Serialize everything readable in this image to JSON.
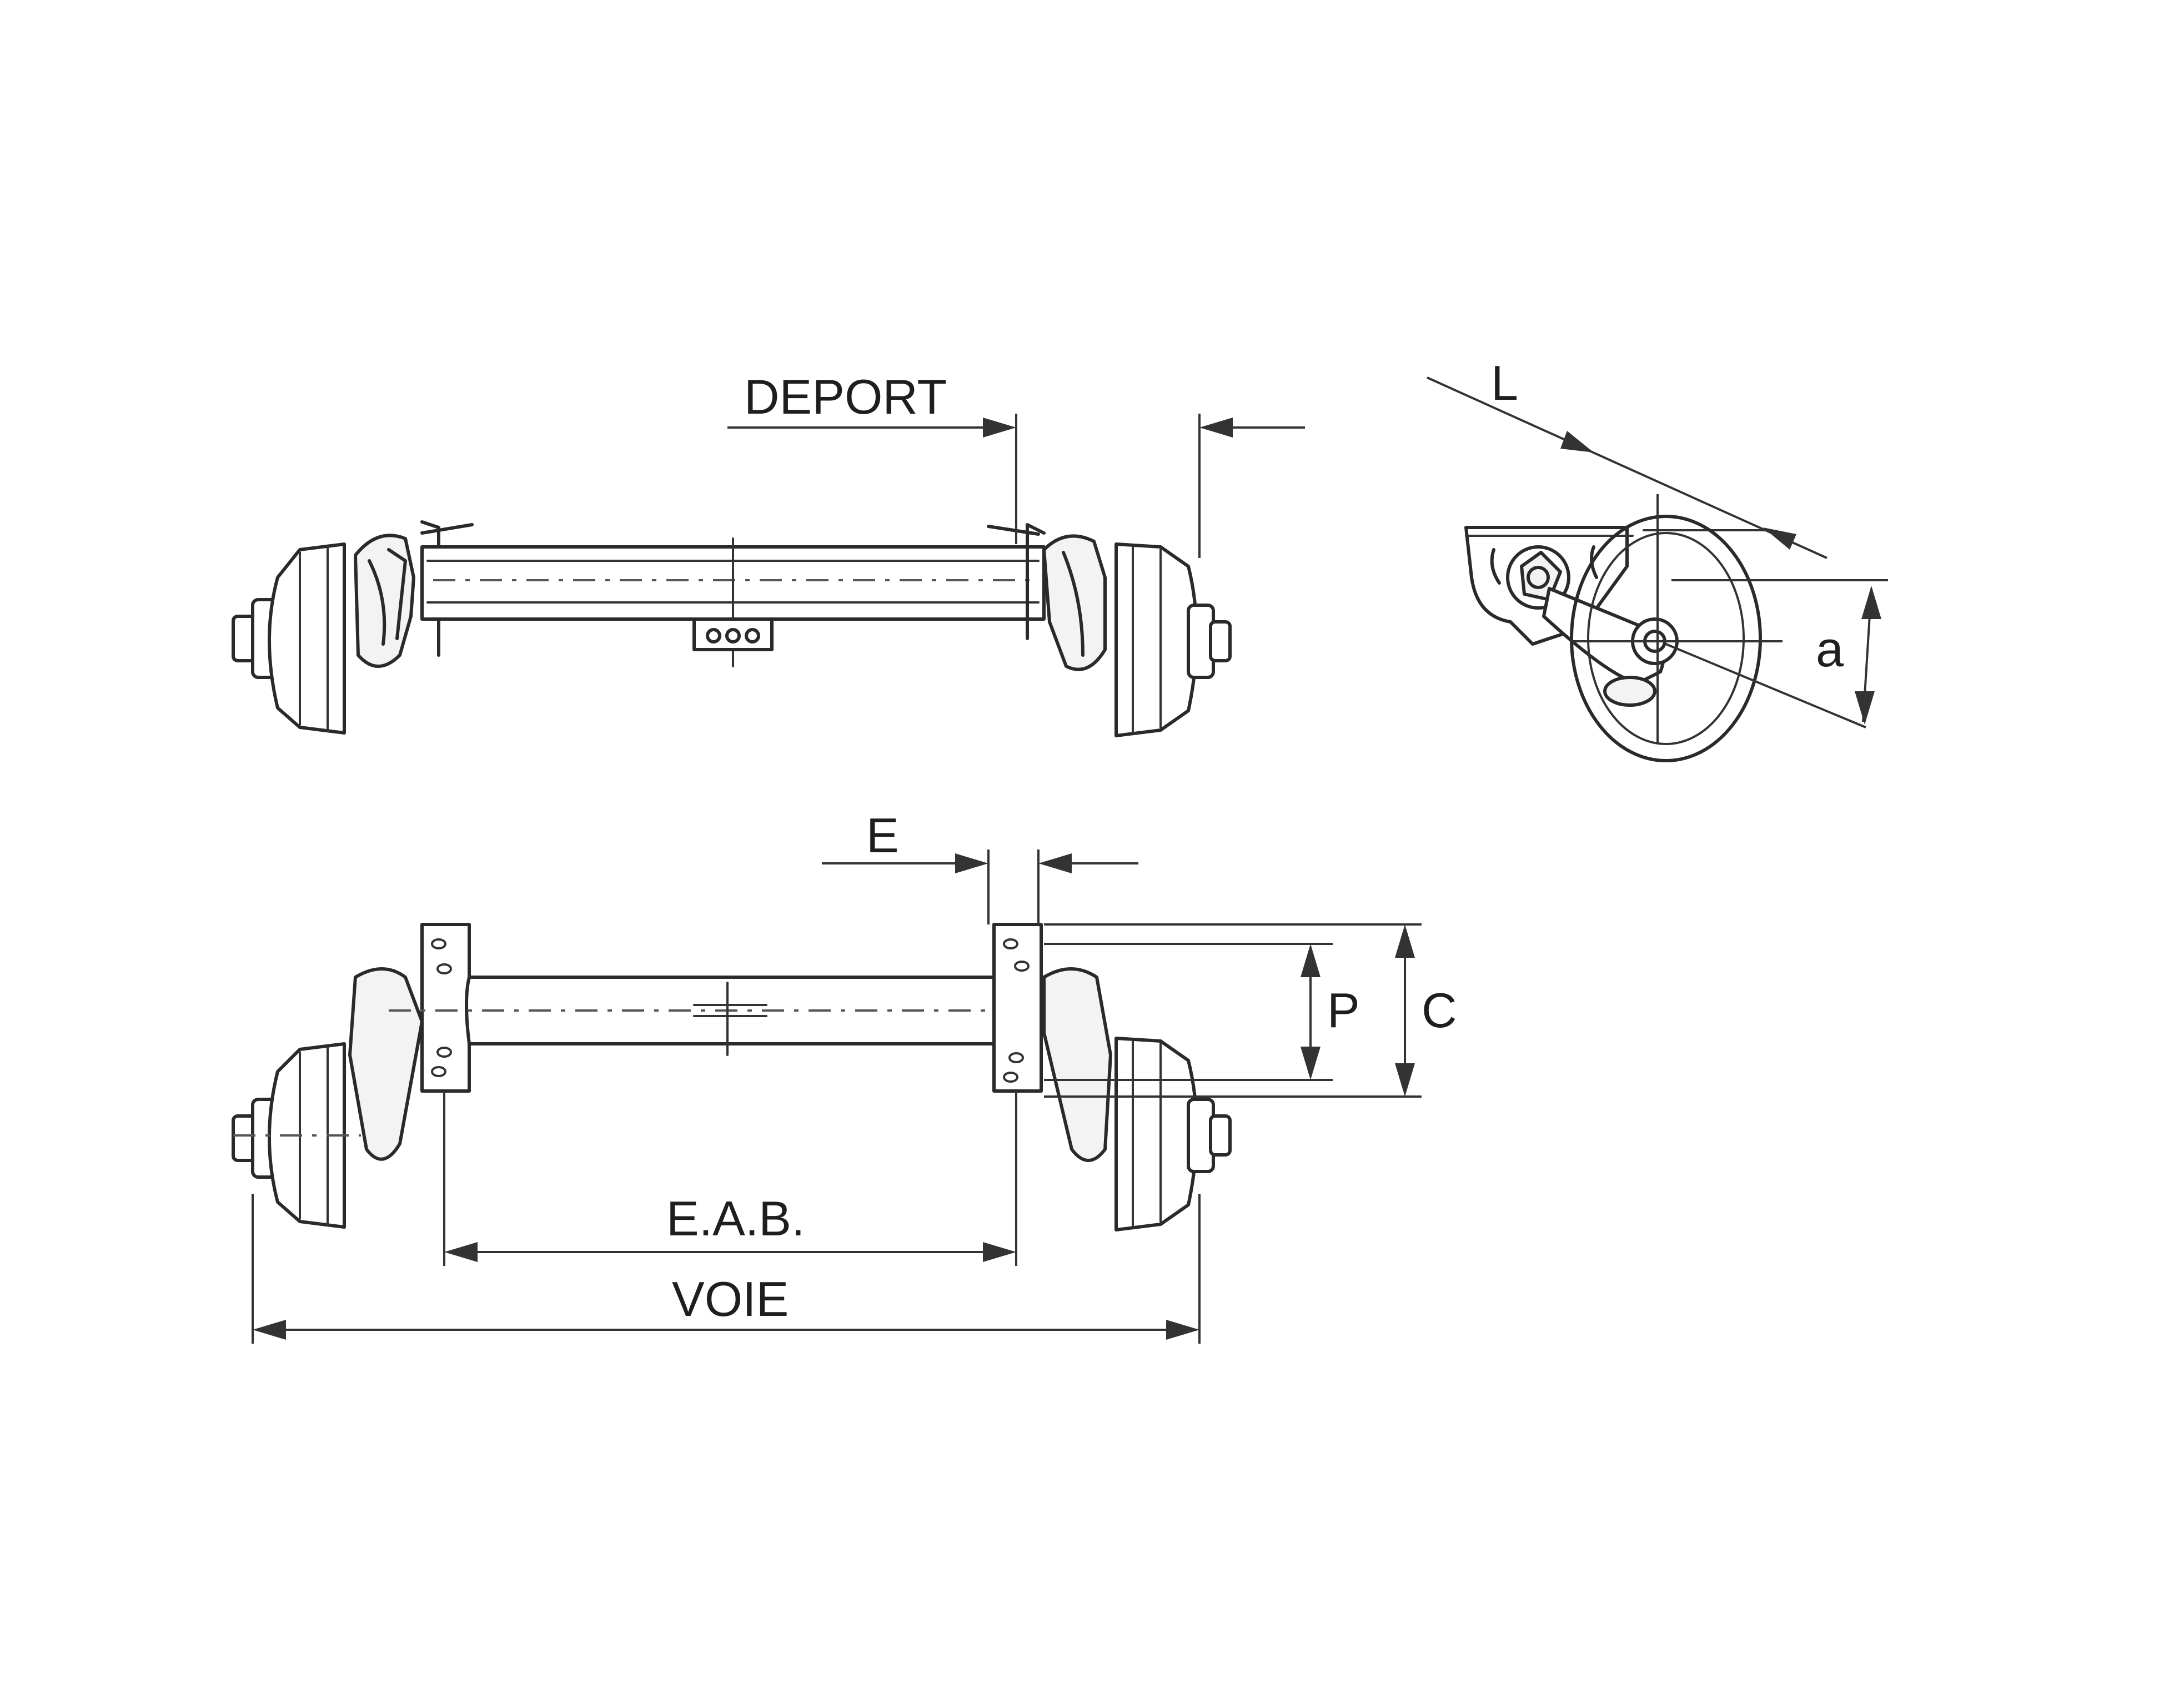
{
  "labels": {
    "deport": "DEPORT",
    "l": "L",
    "a": "a",
    "e": "E",
    "p": "P",
    "c": "C",
    "eab": "E.A.B.",
    "voie": "VOIE"
  },
  "colors": {
    "line": "#2a2a2a",
    "background": "#ffffff"
  }
}
